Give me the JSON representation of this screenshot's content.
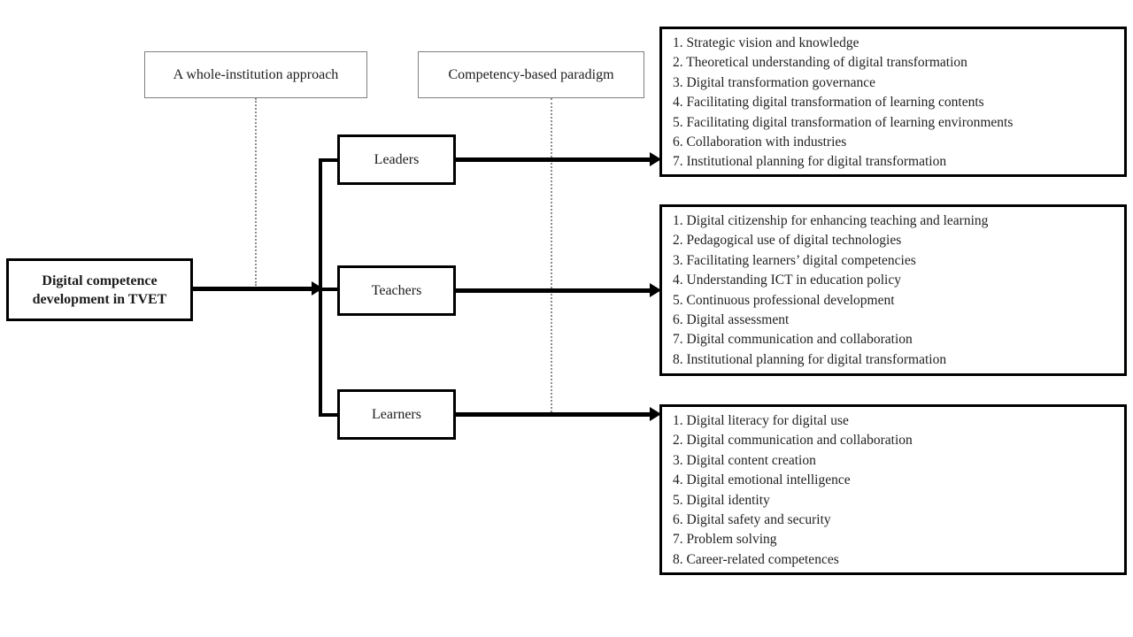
{
  "diagram": {
    "root": {
      "line1": "Digital competence",
      "line2": "development in TVET"
    },
    "approaches": [
      {
        "label": "A whole-institution approach"
      },
      {
        "label": "Competency-based paradigm"
      }
    ],
    "nodes": [
      {
        "label": "Leaders",
        "competencies": [
          "1. Strategic vision and knowledge",
          "2. Theoretical understanding of digital transformation",
          "3. Digital transformation governance",
          "4. Facilitating digital transformation of learning contents",
          "5. Facilitating digital transformation of learning environments",
          "6. Collaboration with industries",
          "7. Institutional planning for digital transformation"
        ]
      },
      {
        "label": "Teachers",
        "competencies": [
          "1. Digital citizenship for enhancing teaching and learning",
          "2. Pedagogical use of digital technologies",
          "3. Facilitating learners’ digital competencies",
          "4. Understanding ICT in education policy",
          "5. Continuous professional development",
          "6. Digital assessment",
          "7. Digital communication and collaboration",
          "8. Institutional planning for digital transformation"
        ]
      },
      {
        "label": "Learners",
        "competencies": [
          "1. Digital literacy for digital use",
          "2. Digital communication and collaboration",
          "3. Digital content creation",
          "4. Digital emotional intelligence",
          "5. Digital identity",
          "6. Digital safety and security",
          "7. Problem solving",
          "8. Career-related competences"
        ]
      }
    ],
    "colors": {
      "box_border_black": "#000000",
      "box_border_gray": "#7f7f7f",
      "text": "#1f1f1f",
      "connector": "#000000",
      "drop_line": "#8c8c8c"
    }
  }
}
